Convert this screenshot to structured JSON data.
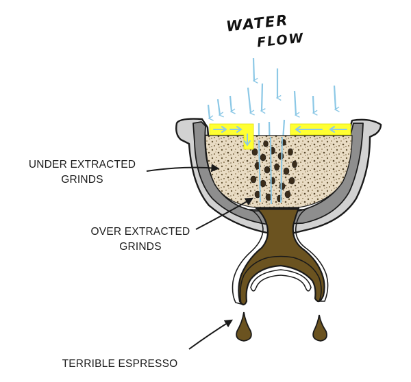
{
  "labels": {
    "water_line1": "WATER",
    "water_line2": "FLOW",
    "under_line1": "UNDER EXTRACTED",
    "under_line2": "GRINDS",
    "over_line1": "OVER EXTRACTED",
    "over_line2": "GRINDS",
    "espresso": "TERRIBLE ESPRESSO"
  },
  "colors": {
    "water_arrow": "#8cc8e6",
    "channel_highlight": "#ffff33",
    "basket_fill": "#cfcfcf",
    "basket_inner": "#8e8e8e",
    "espresso": "#6b5320",
    "grounds": "#e9dcc4",
    "ink": "#1a1a1a"
  }
}
